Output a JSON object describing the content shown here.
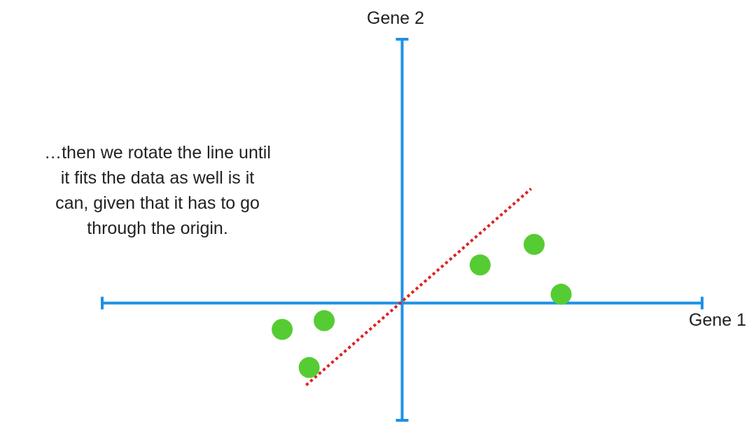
{
  "caption": {
    "lines": [
      "…then we rotate the line until",
      "it fits the data as well is it",
      "can, given that it has to go",
      "through the origin."
    ]
  },
  "axes": {
    "x_label": "Gene 1",
    "y_label": "Gene 2",
    "x_range": [
      -10,
      10
    ],
    "y_range": [
      -4,
      9
    ],
    "color": "#1e90e6"
  },
  "points": {
    "color": "#55cc33",
    "values": [
      {
        "x": -4.0,
        "y": -0.9
      },
      {
        "x": -2.6,
        "y": -0.6
      },
      {
        "x": -3.1,
        "y": -2.2
      },
      {
        "x": 2.6,
        "y": 1.3
      },
      {
        "x": 4.4,
        "y": 2.0
      },
      {
        "x": 5.3,
        "y": 0.3
      }
    ]
  },
  "fit_line": {
    "color": "#dd2222",
    "style": "dotted",
    "through_origin": true,
    "from": {
      "x": -3.2,
      "y": -2.8
    },
    "to": {
      "x": 4.3,
      "y": 3.9
    }
  }
}
